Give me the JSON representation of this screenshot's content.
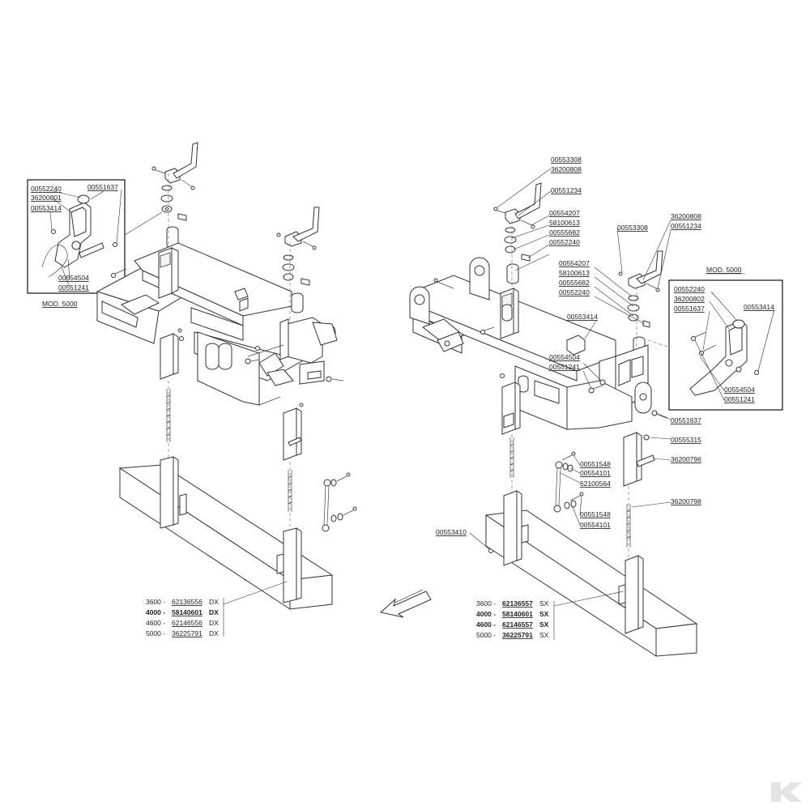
{
  "left_assembly": {
    "mod_box": {
      "title": "MOD. 5000",
      "labels": [
        "00552240",
        "00551637",
        "36200801",
        "00553414",
        "00554504",
        "00551241"
      ]
    },
    "table": [
      {
        "model": "3600 -",
        "code": "62136556",
        "side": "DX"
      },
      {
        "model": "4000 -",
        "code": "58140601",
        "side": "DX"
      },
      {
        "model": "4600 -",
        "code": "62146556",
        "side": "DX"
      },
      {
        "model": "5000 -",
        "code": "36225791",
        "side": "DX"
      }
    ]
  },
  "right_assembly": {
    "labels": {
      "l00553308a": "00553308",
      "l36200808a": "36200808",
      "l00551234a": "00551234",
      "l00554207a": "00554207",
      "l58100613a": "58100613",
      "l00555682a": "00555682",
      "l00552240a": "00552240",
      "l00553308b": "00553308",
      "l36200808b": "36200808",
      "l00551234b": "00551234",
      "l00554207b": "00554207",
      "l58100613b": "58100613",
      "l00555682b": "00555682",
      "l00552240b": "00552240",
      "l00553414": "00553414",
      "l00554504": "00554504",
      "l00551241": "00551241",
      "l00551637": "00551637",
      "l00555315": "00555315",
      "l36200796": "36200796",
      "l00551548a": "00551548",
      "l00554101a": "00554101",
      "l62100564": "62100564",
      "l00551548b": "00551548",
      "l00554101b": "00554101",
      "l36200798": "36200798",
      "l00553410": "00553410"
    },
    "mod_box": {
      "title": "MOD. 5000",
      "labels": [
        "00552240",
        "36200802",
        "00551637",
        "00553414",
        "00554504",
        "00551241"
      ]
    },
    "table": [
      {
        "model": "3600 -",
        "code": "62136557",
        "side": "SX"
      },
      {
        "model": "4000 -",
        "code": "58140601",
        "side": "SX"
      },
      {
        "model": "4600 -",
        "code": "62146557",
        "side": "SX"
      },
      {
        "model": "5000 -",
        "code": "36225791",
        "side": "SX"
      }
    ]
  },
  "logo": {
    "text": "K"
  }
}
